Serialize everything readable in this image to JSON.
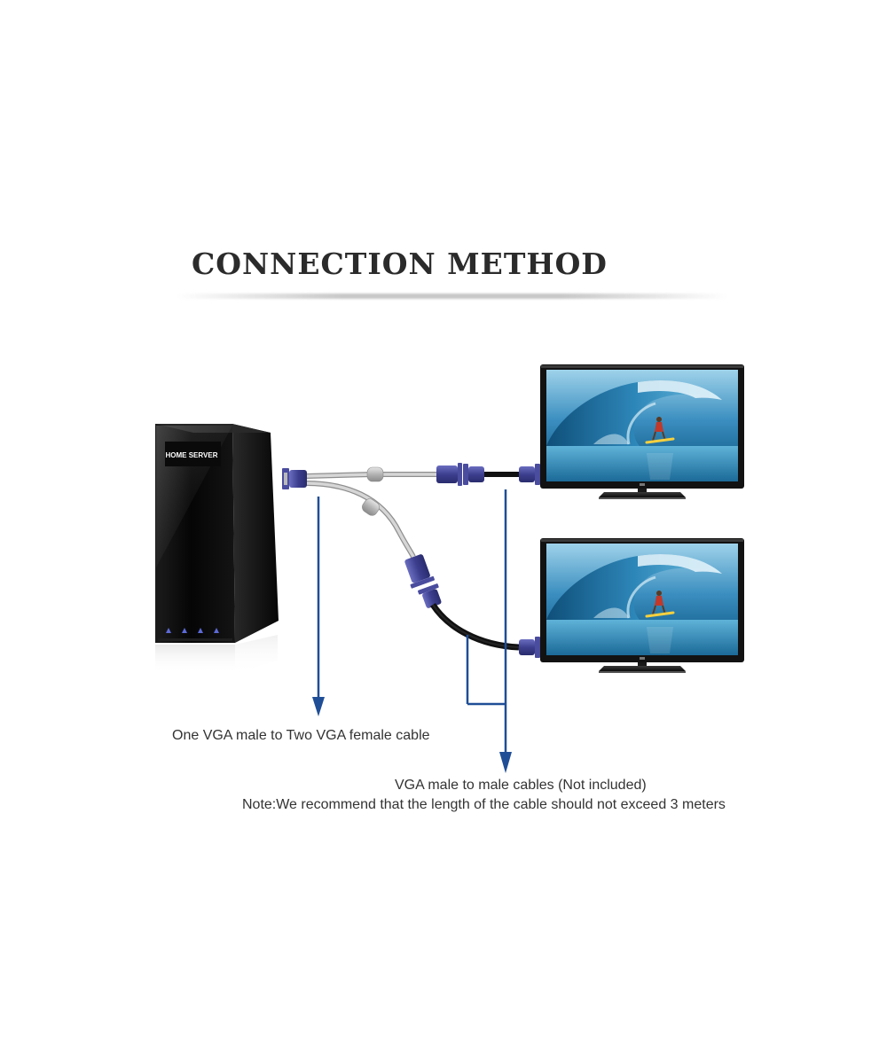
{
  "title": "CONNECTION METHOD",
  "server": {
    "label": "HOME SERVER"
  },
  "captions": {
    "splitter": "One VGA male to Two VGA female cable",
    "cables": "VGA male to male cables  (Not included)",
    "note": "Note:We recommend that the length of the cable should not exceed 3 meters"
  },
  "colors": {
    "arrow": "#1f4e96",
    "connector": "#3d3f8f",
    "cable_grey": "#c4c4c4",
    "cable_black": "#1a1a1a",
    "server_body": "#0b0b0b",
    "monitor_frame": "#121212"
  }
}
